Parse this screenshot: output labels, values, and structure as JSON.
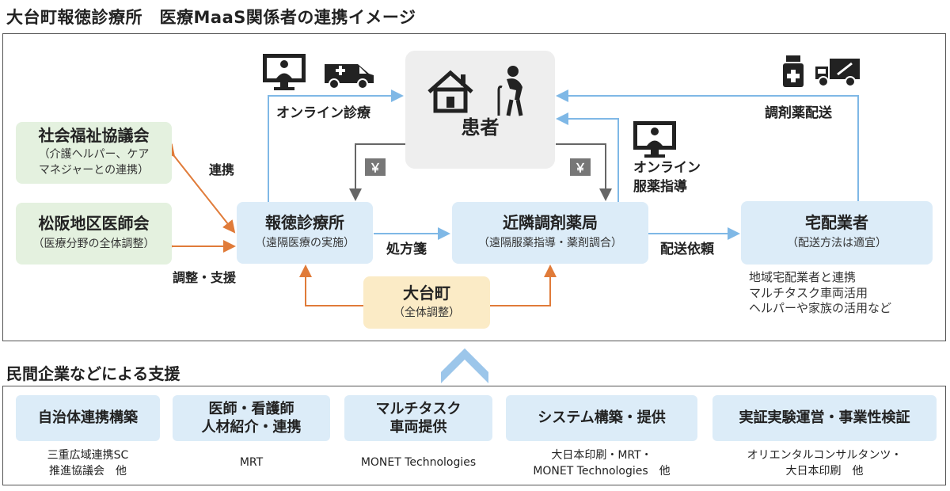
{
  "title": "大台町報徳診療所　医療MaaS関係者の連携イメージ",
  "nodes": {
    "patient": {
      "label": "患者"
    },
    "shakai": {
      "label": "社会福祉協議会",
      "sub1": "（介護ヘルパー、ケア",
      "sub2": "マネジャーとの連携）"
    },
    "ishikai": {
      "label": "松阪地区医師会",
      "sub": "（医療分野の全体調整）"
    },
    "clinic": {
      "label": "報徳診療所",
      "sub": "（遠隔医療の実施）"
    },
    "pharmacy": {
      "label": "近隣調剤薬局",
      "sub": "（遠隔服薬指導・薬剤調合）"
    },
    "delivery": {
      "label": "宅配業者",
      "sub": "（配送方法は適宜）"
    },
    "town": {
      "label": "大台町",
      "sub": "（全体調整）"
    }
  },
  "labels": {
    "online_shinryo": "オンライン診療",
    "chozai_haiso": "調剤薬配送",
    "online_fukuyaku1": "オンライン",
    "online_fukuyaku2": "服薬指導",
    "renkei": "連携",
    "chosei_shien": "調整・支援",
    "shohosen": "処方箋",
    "haiso_irai": "配送依頼",
    "yen": "￥"
  },
  "delivery_note": [
    "地域宅配業者と連携",
    "マルチタスク車両活用",
    "ヘルパーや家族の活用など"
  ],
  "support": {
    "title": "民間企業などによる支援",
    "items": [
      {
        "line1": "自治体連携構築",
        "line2": "",
        "cap1": "三重広域連携SC",
        "cap2": "推進協議会　他"
      },
      {
        "line1": "医師・看護師",
        "line2": "人材紹介・連携",
        "cap1": "MRT",
        "cap2": ""
      },
      {
        "line1": "マルチタスク",
        "line2": "車両提供",
        "cap1": "MONET Technologies",
        "cap2": ""
      },
      {
        "line1": "システム構築・提供",
        "line2": "",
        "cap1": "大日本印刷・MRT・",
        "cap2": "MONET Technologies　他"
      },
      {
        "line1": "実証実験運営・事業性検証",
        "line2": "",
        "cap1": "オリエンタルコンサルタンツ・",
        "cap2": "大日本印刷　他"
      }
    ]
  },
  "icons": [
    "monitor-doctor-icon",
    "ambulance-van-icon",
    "house-icon",
    "elderly-person-icon",
    "medicine-bottle-icon",
    "delivery-truck-icon",
    "chevron-up-icon"
  ],
  "colors": {
    "green_box": "#e4f1df",
    "blue_box": "#dcecf8",
    "yellow_box": "#fbebc6",
    "patient_box": "#eeeeee",
    "blue_arrow": "#7fb8e6",
    "orange_arrow": "#e07b39",
    "grey_arrow": "#666666"
  }
}
